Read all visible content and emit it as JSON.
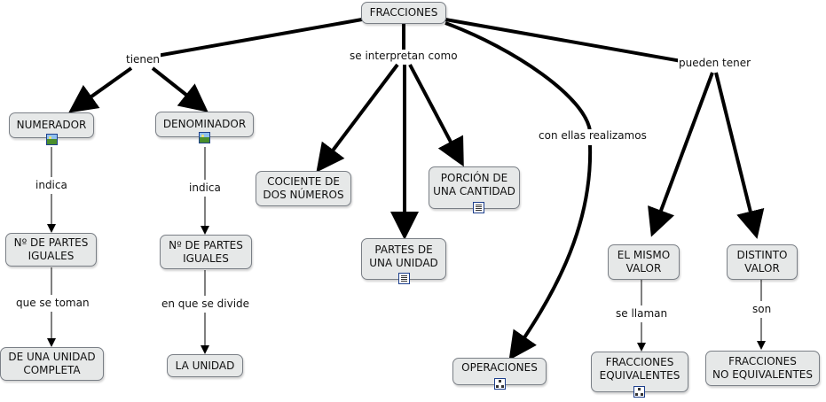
{
  "nodes": {
    "fracciones": "FRACCIONES",
    "numerador": "NUMERADOR",
    "denominador": "DENOMINADOR",
    "partes_iguales_1": [
      "Nº DE PARTES",
      "IGUALES"
    ],
    "partes_iguales_2": [
      "Nº DE PARTES",
      "IGUALES"
    ],
    "unidad_completa": [
      "DE UNA UNIDAD",
      "COMPLETA"
    ],
    "la_unidad": "LA UNIDAD",
    "cociente": [
      "COCIENTE DE",
      "DOS NÚMEROS"
    ],
    "porcion": [
      "PORCIÓN DE",
      "UNA CANTIDAD"
    ],
    "partes_unidad": [
      "PARTES DE",
      "UNA UNIDAD"
    ],
    "operaciones": "OPERACIONES",
    "mismo_valor": [
      "EL MISMO",
      "VALOR"
    ],
    "distinto_valor": [
      "DISTINTO",
      "VALOR"
    ],
    "equivalentes": [
      "FRACCIONES",
      "EQUIVALENTES"
    ],
    "no_equivalentes": [
      "FRACCIONES",
      "NO EQUIVALENTES"
    ]
  },
  "links": {
    "tienen": "tienen",
    "se_interpretan_como": "se interpretan como",
    "pueden_tener": "pueden tener",
    "con_ellas_realizamos": "con ellas realizamos",
    "indica_1": "indica",
    "indica_2": "indica",
    "que_se_toman": "que se toman",
    "en_que_se_divide": "en que se divide",
    "se_llaman": "se llaman",
    "son": "son"
  },
  "icons": {
    "numerador": "image-icon",
    "denominador": "image-icon",
    "porcion": "document-icon",
    "partes_unidad": "document-icon",
    "operaciones": "concept-map-icon",
    "equivalentes": "concept-map-icon"
  },
  "colors": {
    "node_fill": "#e6e8e8",
    "node_border": "#7a7f86",
    "line": "#000000",
    "icon_border": "#1d3f8c"
  }
}
